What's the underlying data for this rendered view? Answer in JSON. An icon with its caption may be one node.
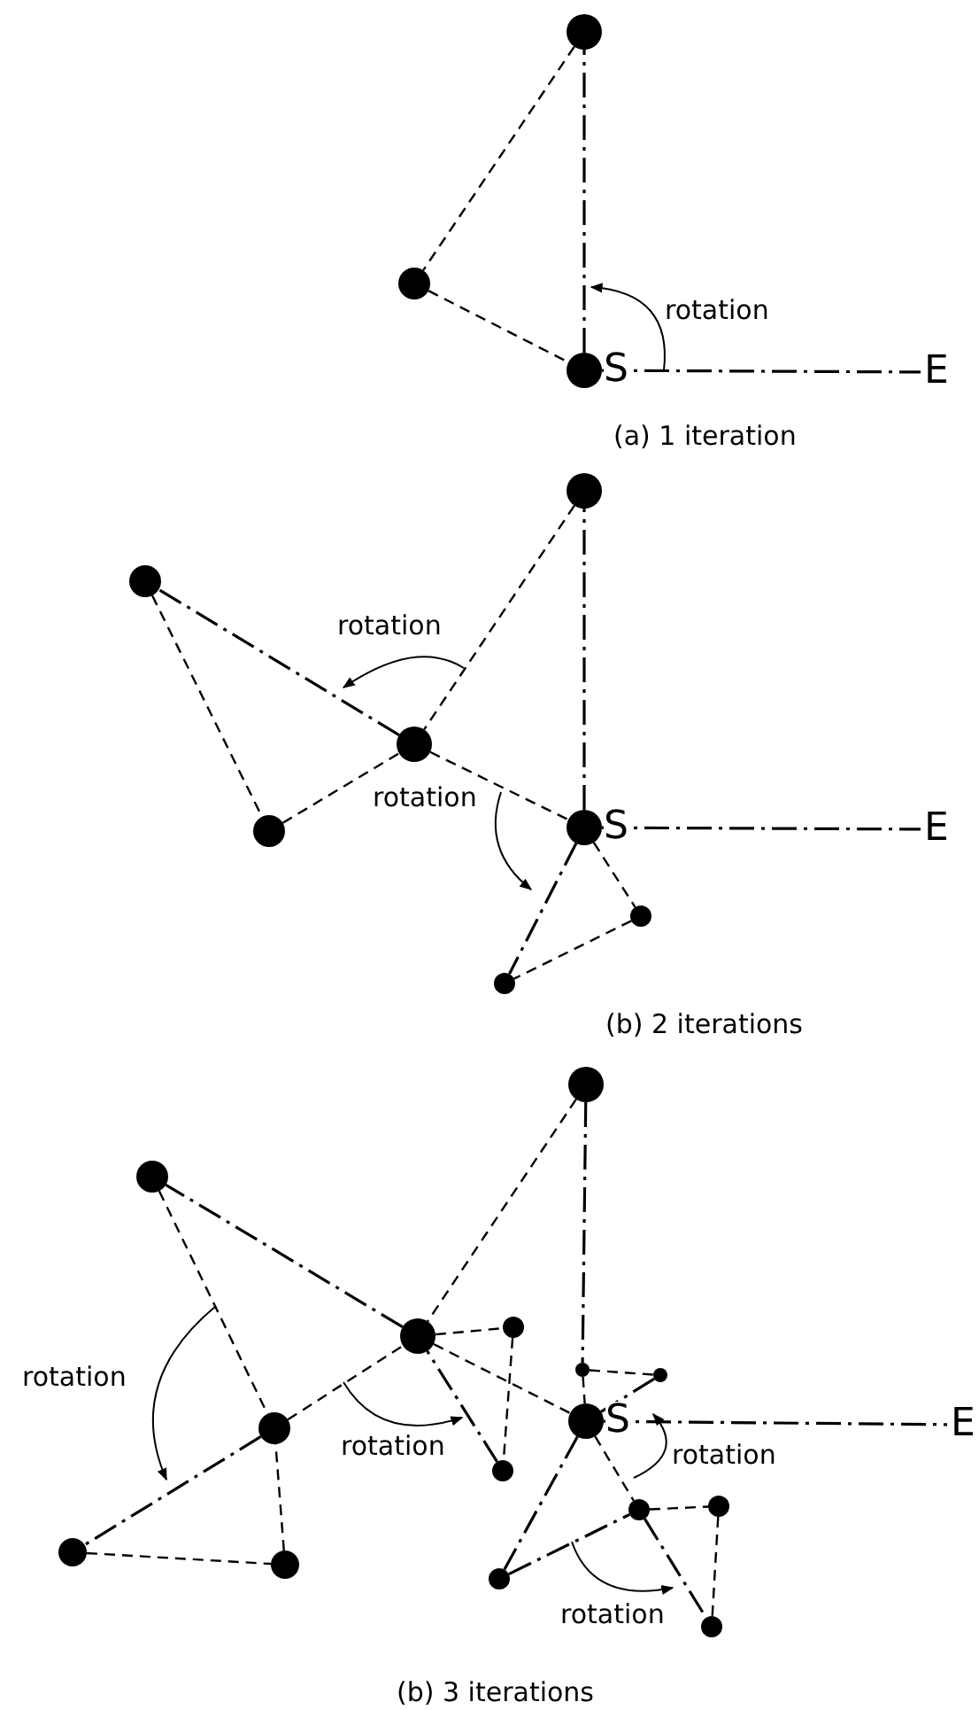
{
  "diagram": {
    "nodes": [
      {
        "text": [],
        "shape": "circle"
      },
      {
        "text": [],
        "shape": "circle"
      },
      {
        "text": [],
        "shape": "circle",
        "beside": [
          "S"
        ]
      },
      {
        "text": [
          "E"
        ]
      },
      {
        "text": [],
        "shape": "circle"
      },
      {
        "text": [],
        "shape": "circle"
      },
      {
        "text": [],
        "shape": "circle"
      },
      {
        "text": [],
        "shape": "circle"
      },
      {
        "text": [],
        "shape": "circle",
        "beside": [
          "S"
        ]
      },
      {
        "text": [],
        "shape": "circle"
      },
      {
        "text": [],
        "shape": "circle"
      },
      {
        "text": [
          "E"
        ]
      },
      {
        "text": [],
        "shape": "circle"
      },
      {
        "text": [],
        "shape": "circle"
      },
      {
        "text": [],
        "shape": "circle"
      },
      {
        "text": [],
        "shape": "circle"
      },
      {
        "text": [],
        "shape": "circle",
        "beside": [
          "S"
        ]
      },
      {
        "text": [],
        "shape": "circle"
      },
      {
        "text": [],
        "shape": "circle"
      },
      {
        "text": [],
        "shape": "circle"
      },
      {
        "text": [],
        "shape": "circle"
      },
      {
        "text": [],
        "shape": "circle"
      },
      {
        "text": [],
        "shape": "circle"
      },
      {
        "text": [],
        "shape": "circle"
      },
      {
        "text": [],
        "shape": "circle"
      },
      {
        "text": [],
        "shape": "circle"
      },
      {
        "text": [],
        "shape": "circle"
      },
      {
        "text": [
          "E"
        ]
      }
    ],
    "edges": [
      {
        "from": 0,
        "to": 1,
        "arrow": "none",
        "style": "dashed"
      },
      {
        "from": 1,
        "to": 2,
        "arrow": "none",
        "style": "dashed"
      },
      {
        "from": 2,
        "to": 0,
        "arrow": "none"
      },
      {
        "from": 2,
        "to": 3,
        "arrow": "none"
      },
      {
        "from": 4,
        "to": 6,
        "arrow": "none",
        "style": "dashed"
      },
      {
        "from": 6,
        "to": 8,
        "arrow": "none",
        "style": "dashed"
      },
      {
        "from": 8,
        "to": 4,
        "arrow": "none"
      },
      {
        "from": 8,
        "to": 11,
        "arrow": "none"
      },
      {
        "from": 6,
        "to": 5,
        "arrow": "none"
      },
      {
        "from": 5,
        "to": 7,
        "arrow": "none",
        "style": "dashed"
      },
      {
        "from": 7,
        "to": 6,
        "arrow": "none",
        "style": "dashed"
      },
      {
        "from": 8,
        "to": 10,
        "arrow": "none"
      },
      {
        "from": 8,
        "to": 9,
        "arrow": "none",
        "style": "dashed"
      },
      {
        "from": 9,
        "to": 10,
        "arrow": "none",
        "style": "dashed"
      },
      {
        "from": 12,
        "to": 14,
        "arrow": "none",
        "style": "dashed"
      },
      {
        "from": 14,
        "to": 16,
        "arrow": "none",
        "style": "dashed"
      },
      {
        "from": 12,
        "to": 19,
        "arrow": "none"
      },
      {
        "from": 19,
        "to": 20,
        "arrow": "none",
        "style": "dashed"
      },
      {
        "from": 20,
        "to": 16,
        "arrow": "none"
      },
      {
        "from": 19,
        "to": 16,
        "arrow": "none",
        "style": "dashed"
      },
      {
        "from": 16,
        "to": 27,
        "arrow": "none"
      },
      {
        "from": 14,
        "to": 13,
        "arrow": "none"
      },
      {
        "from": 13,
        "to": 15,
        "arrow": "none",
        "style": "dashed"
      },
      {
        "from": 15,
        "to": 14,
        "arrow": "none",
        "style": "dashed"
      },
      {
        "from": 15,
        "to": 25,
        "arrow": "none"
      },
      {
        "from": 25,
        "to": 26,
        "arrow": "none",
        "style": "dashed"
      },
      {
        "from": 26,
        "to": 15,
        "arrow": "none",
        "style": "dashed"
      },
      {
        "from": 14,
        "to": 17,
        "arrow": "none",
        "style": "dashed"
      },
      {
        "from": 17,
        "to": 18,
        "arrow": "none",
        "style": "dashed"
      },
      {
        "from": 18,
        "to": 14,
        "arrow": "none"
      },
      {
        "from": 16,
        "to": 21,
        "arrow": "none",
        "style": "dashed"
      },
      {
        "from": 21,
        "to": 22,
        "arrow": "none",
        "style": "dashed"
      },
      {
        "from": 22,
        "to": 24,
        "arrow": "none",
        "style": "dashed"
      },
      {
        "from": 21,
        "to": 24,
        "arrow": "none"
      },
      {
        "from": 16,
        "to": 23,
        "arrow": "none"
      },
      {
        "from": 23,
        "to": 21,
        "arrow": "none"
      }
    ],
    "labels": [
      "rotation",
      "(a) 1 iteration",
      "rotation",
      "rotation",
      "(b) 2 iterations",
      "rotation",
      "rotation",
      "rotation",
      "rotation",
      "(b) 3 iterations"
    ]
  }
}
